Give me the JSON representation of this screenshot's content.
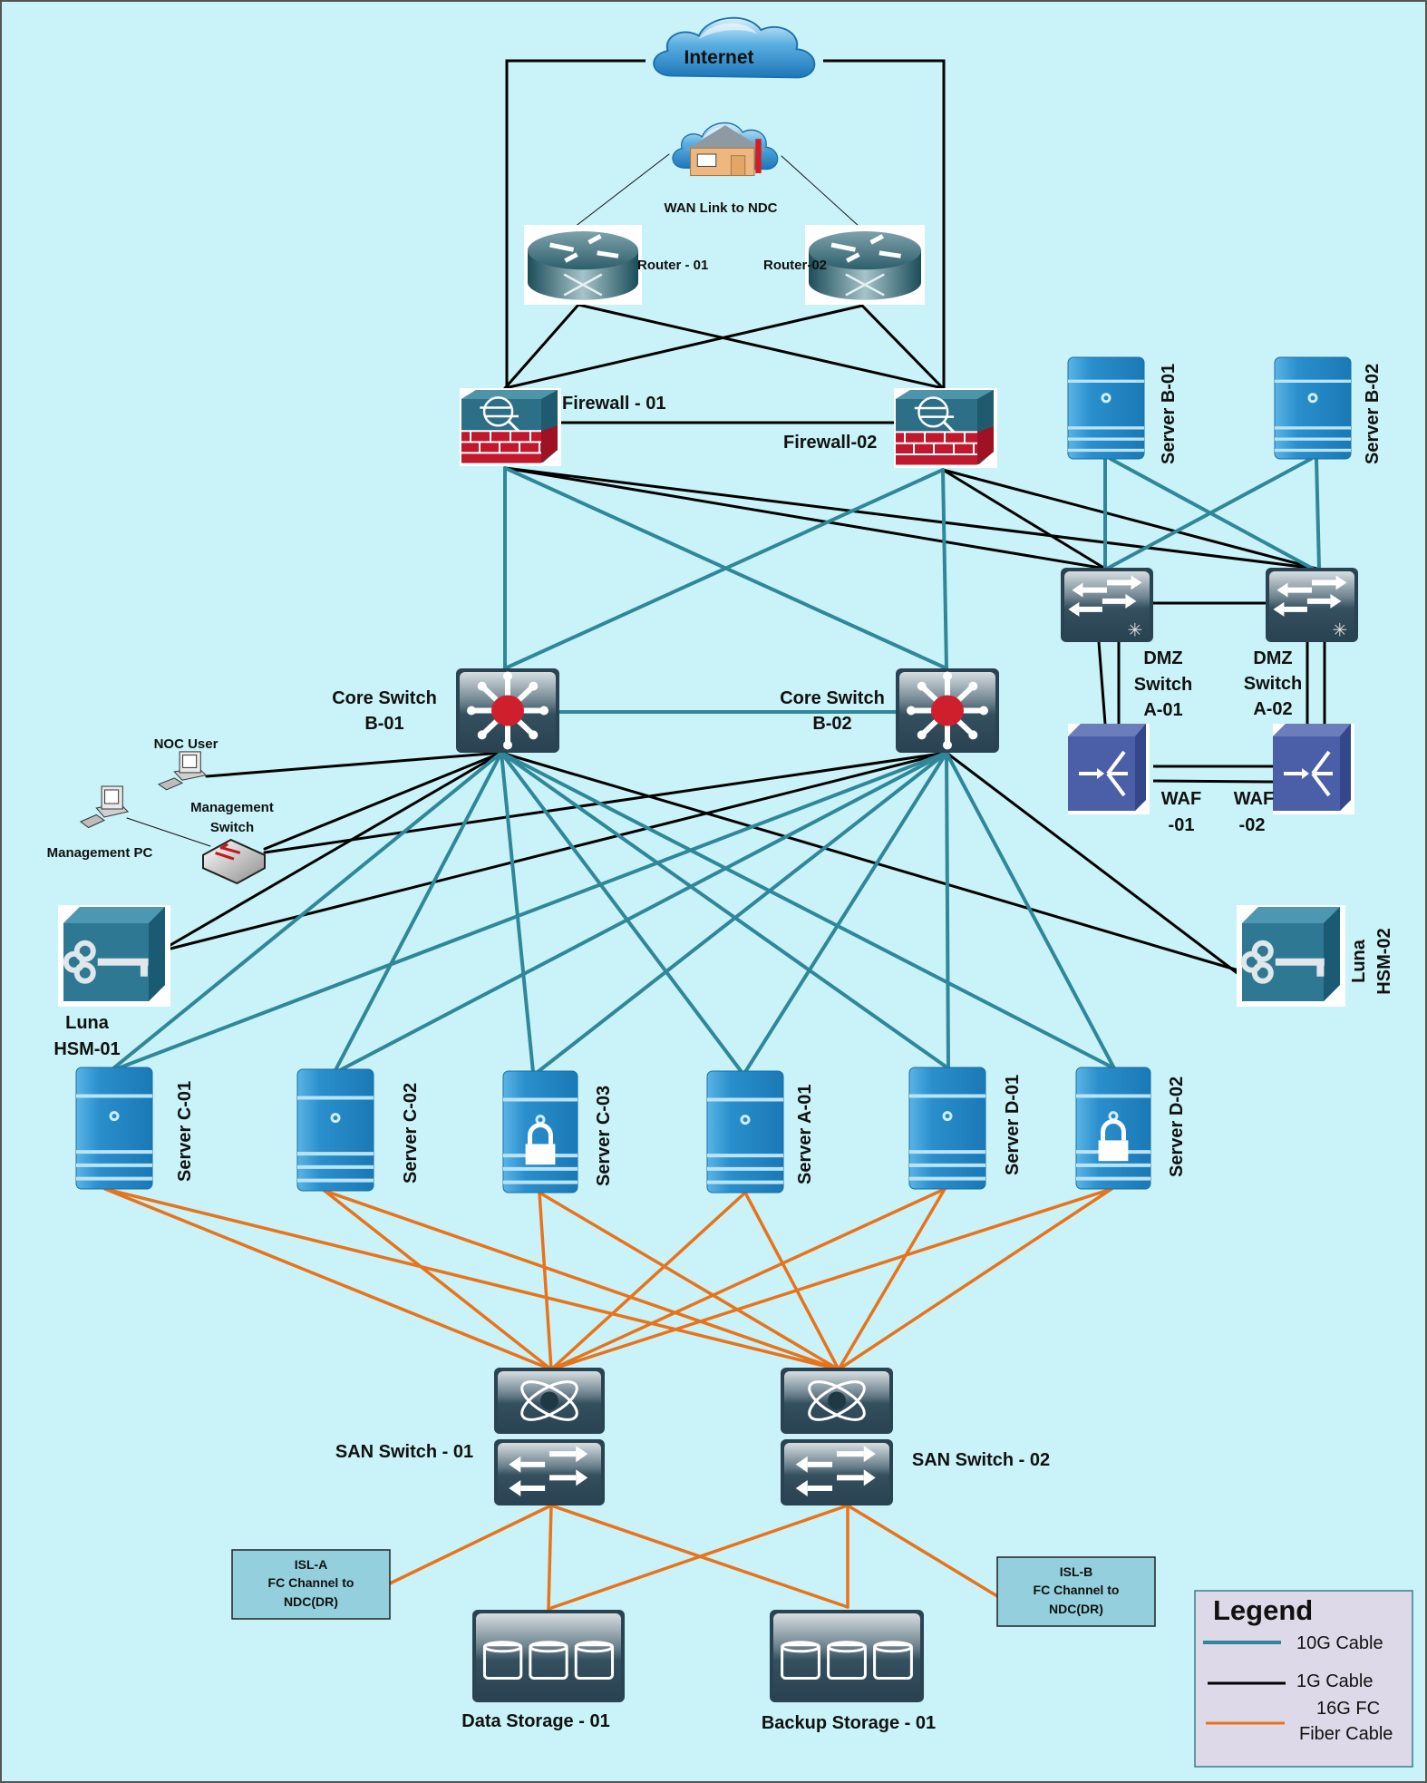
{
  "diagram": {
    "background_color": "#c9f3f8",
    "colors": {
      "cable_10g": "#2f8799",
      "cable_1g": "#000000",
      "cable_fc": "#e8731b",
      "server_blue": "#1f86c2",
      "device_dark": "#2d4a5a",
      "firewall_red": "#c0182c",
      "waf_blue": "#4a5fa8",
      "hsm_teal": "#2f7894",
      "legend_bg": "#ddd9e8",
      "isl_box_bg": "#93cfdc"
    },
    "nodes": {
      "internet": {
        "label": "Internet",
        "icon": "cloud-icon"
      },
      "wan": {
        "label": "WAN Link to NDC",
        "icon": "home-office-cloud-icon"
      },
      "router1": {
        "label": "Router - 01",
        "icon": "router-icon"
      },
      "router2": {
        "label": "Router-02",
        "icon": "router-icon"
      },
      "fw1": {
        "label": "Firewall - 01",
        "icon": "firewall-icon"
      },
      "fw2": {
        "label": "Firewall-02",
        "icon": "firewall-icon"
      },
      "srvB1": {
        "label": "Server B-01",
        "icon": "server-icon"
      },
      "srvB2": {
        "label": "Server B-02",
        "icon": "server-icon"
      },
      "dmz1": {
        "label_lines": [
          "DMZ",
          "Switch",
          "A-01"
        ],
        "icon": "switch-icon"
      },
      "dmz2": {
        "label_lines": [
          "DMZ",
          "Switch",
          "A-02"
        ],
        "icon": "switch-icon"
      },
      "waf1": {
        "label_lines": [
          "WAF",
          "-01"
        ],
        "icon": "waf-icon"
      },
      "waf2": {
        "label_lines": [
          "WAF",
          "-02"
        ],
        "icon": "waf-icon"
      },
      "core1": {
        "label_lines": [
          "Core Switch",
          "B-01"
        ],
        "icon": "layer3-switch-icon"
      },
      "core2": {
        "label_lines": [
          "Core Switch",
          "B-02"
        ],
        "icon": "layer3-switch-icon"
      },
      "noc": {
        "label": "NOC User",
        "icon": "workstation-icon"
      },
      "mgmtpc": {
        "label": "Management PC",
        "icon": "workstation-icon"
      },
      "mgmtsw": {
        "label_lines": [
          "Management",
          "Switch"
        ],
        "icon": "workgroup-switch-icon"
      },
      "hsm1": {
        "label_lines": [
          "Luna",
          "HSM-01"
        ],
        "icon": "hsm-key-icon"
      },
      "hsm2": {
        "label_lines": [
          "Luna",
          "HSM-02"
        ],
        "icon": "hsm-key-icon"
      },
      "srvC1": {
        "label": "Server C-01",
        "icon": "server-icon"
      },
      "srvC2": {
        "label": "Server C-02",
        "icon": "server-icon"
      },
      "srvC3": {
        "label": "Server C-03",
        "icon": "secure-server-icon"
      },
      "srvA1": {
        "label": "Server A-01",
        "icon": "server-icon"
      },
      "srvD1": {
        "label": "Server D-01",
        "icon": "server-icon"
      },
      "srvD2": {
        "label": "Server D-02",
        "icon": "secure-server-icon"
      },
      "san1": {
        "label": "SAN Switch - 01",
        "icon": "san-switch-icon"
      },
      "san2": {
        "label": "SAN Switch - 02",
        "icon": "san-switch-icon"
      },
      "ds1": {
        "label": "Data Storage - 01",
        "icon": "storage-array-icon"
      },
      "bs1": {
        "label": "Backup Storage - 01",
        "icon": "storage-array-icon"
      },
      "islA": {
        "label_lines": [
          "ISL-A",
          "FC Channel to",
          "NDC(DR)"
        ]
      },
      "islB": {
        "label_lines": [
          "ISL-B",
          "FC Channel to",
          "NDC(DR)"
        ]
      }
    },
    "links": [
      {
        "from": "internet",
        "to": "fw1",
        "type": "1g"
      },
      {
        "from": "internet",
        "to": "fw2",
        "type": "1g"
      },
      {
        "from": "wan",
        "to": "router1",
        "type": "thin"
      },
      {
        "from": "wan",
        "to": "router2",
        "type": "thin"
      },
      {
        "from": "router1",
        "to": "fw1",
        "type": "1g"
      },
      {
        "from": "router1",
        "to": "fw2",
        "type": "1g"
      },
      {
        "from": "router2",
        "to": "fw1",
        "type": "1g"
      },
      {
        "from": "router2",
        "to": "fw2",
        "type": "1g"
      },
      {
        "from": "fw1",
        "to": "fw2",
        "type": "1g"
      },
      {
        "from": "fw1",
        "to": "dmz1",
        "type": "1g"
      },
      {
        "from": "fw1",
        "to": "dmz2",
        "type": "1g"
      },
      {
        "from": "fw2",
        "to": "dmz1",
        "type": "1g"
      },
      {
        "from": "fw2",
        "to": "dmz2",
        "type": "1g"
      },
      {
        "from": "srvB1",
        "to": "dmz1",
        "type": "10g"
      },
      {
        "from": "srvB1",
        "to": "dmz2",
        "type": "10g"
      },
      {
        "from": "srvB2",
        "to": "dmz1",
        "type": "10g"
      },
      {
        "from": "srvB2",
        "to": "dmz2",
        "type": "10g"
      },
      {
        "from": "dmz1",
        "to": "dmz2",
        "type": "1g"
      },
      {
        "from": "dmz1",
        "to": "waf1",
        "type": "1g"
      },
      {
        "from": "dmz2",
        "to": "waf2",
        "type": "1g"
      },
      {
        "from": "waf1",
        "to": "waf2",
        "type": "1g"
      },
      {
        "from": "fw1",
        "to": "core1",
        "type": "10g"
      },
      {
        "from": "fw1",
        "to": "core2",
        "type": "10g"
      },
      {
        "from": "fw2",
        "to": "core1",
        "type": "10g"
      },
      {
        "from": "fw2",
        "to": "core2",
        "type": "10g"
      },
      {
        "from": "core1",
        "to": "core2",
        "type": "10g"
      },
      {
        "from": "core1",
        "to": "noc",
        "type": "1g"
      },
      {
        "from": "core1",
        "to": "mgmtsw",
        "type": "1g"
      },
      {
        "from": "core2",
        "to": "mgmtsw",
        "type": "1g"
      },
      {
        "from": "mgmtpc",
        "to": "mgmtsw",
        "type": "thin"
      },
      {
        "from": "core1",
        "to": "hsm1",
        "type": "1g"
      },
      {
        "from": "core2",
        "to": "hsm1",
        "type": "1g"
      },
      {
        "from": "core1",
        "to": "hsm2",
        "type": "1g"
      },
      {
        "from": "core2",
        "to": "hsm2",
        "type": "1g"
      },
      {
        "from": "core1",
        "to": "srvC1",
        "type": "10g"
      },
      {
        "from": "core1",
        "to": "srvC2",
        "type": "10g"
      },
      {
        "from": "core1",
        "to": "srvC3",
        "type": "10g"
      },
      {
        "from": "core1",
        "to": "srvA1",
        "type": "10g"
      },
      {
        "from": "core1",
        "to": "srvD1",
        "type": "10g"
      },
      {
        "from": "core1",
        "to": "srvD2",
        "type": "10g"
      },
      {
        "from": "core2",
        "to": "srvC1",
        "type": "10g"
      },
      {
        "from": "core2",
        "to": "srvC2",
        "type": "10g"
      },
      {
        "from": "core2",
        "to": "srvC3",
        "type": "10g"
      },
      {
        "from": "core2",
        "to": "srvA1",
        "type": "10g"
      },
      {
        "from": "core2",
        "to": "srvD1",
        "type": "10g"
      },
      {
        "from": "core2",
        "to": "srvD2",
        "type": "10g"
      },
      {
        "from": "srvC1",
        "to": "san1",
        "type": "fc"
      },
      {
        "from": "srvC1",
        "to": "san2",
        "type": "fc"
      },
      {
        "from": "srvC2",
        "to": "san1",
        "type": "fc"
      },
      {
        "from": "srvC2",
        "to": "san2",
        "type": "fc"
      },
      {
        "from": "srvC3",
        "to": "san1",
        "type": "fc"
      },
      {
        "from": "srvC3",
        "to": "san2",
        "type": "fc"
      },
      {
        "from": "srvA1",
        "to": "san1",
        "type": "fc"
      },
      {
        "from": "srvA1",
        "to": "san2",
        "type": "fc"
      },
      {
        "from": "srvD1",
        "to": "san1",
        "type": "fc"
      },
      {
        "from": "srvD1",
        "to": "san2",
        "type": "fc"
      },
      {
        "from": "srvD2",
        "to": "san1",
        "type": "fc"
      },
      {
        "from": "srvD2",
        "to": "san2",
        "type": "fc"
      },
      {
        "from": "san1",
        "to": "ds1",
        "type": "fc"
      },
      {
        "from": "san1",
        "to": "bs1",
        "type": "fc"
      },
      {
        "from": "san2",
        "to": "ds1",
        "type": "fc"
      },
      {
        "from": "san2",
        "to": "bs1",
        "type": "fc"
      },
      {
        "from": "san1",
        "to": "islA",
        "type": "fc"
      },
      {
        "from": "san2",
        "to": "islB",
        "type": "fc"
      }
    ],
    "legend": {
      "title": "Legend",
      "items": [
        {
          "type": "10g",
          "label_lines": [
            "10G Cable"
          ]
        },
        {
          "type": "1g",
          "label_lines": [
            "1G Cable"
          ]
        },
        {
          "type": "fc",
          "label_lines": [
            "16G FC",
            "Fiber Cable"
          ]
        }
      ]
    }
  }
}
